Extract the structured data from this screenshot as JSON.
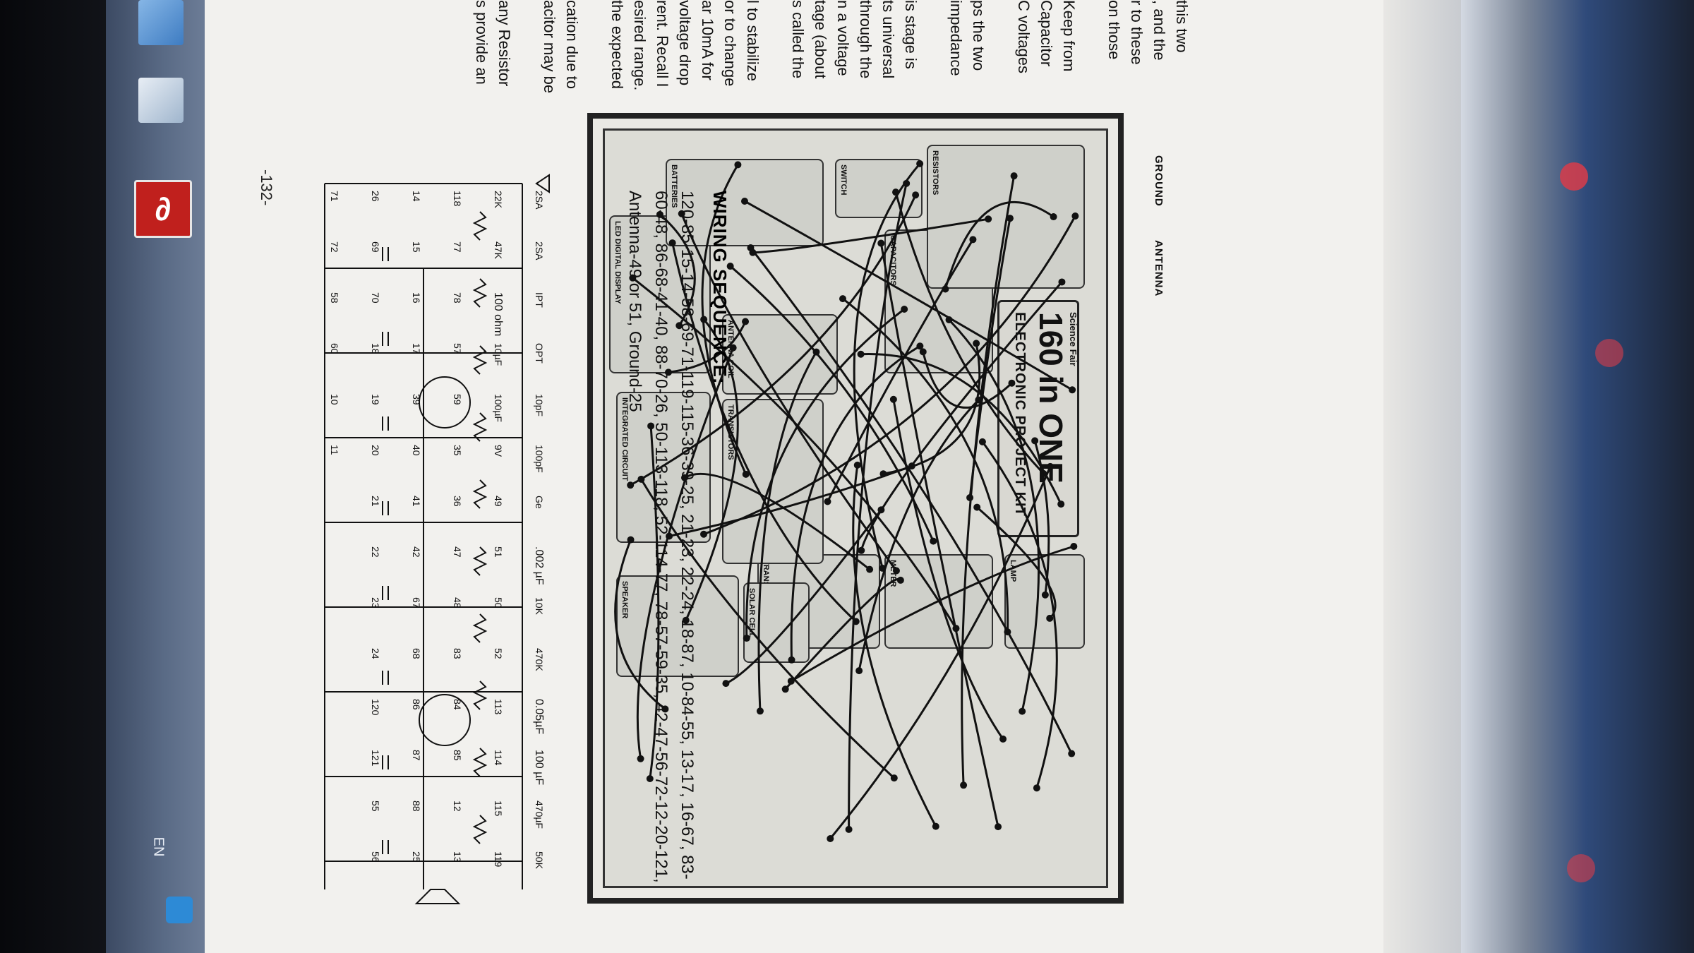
{
  "taskbar": {
    "language": "EN",
    "icons": [
      "browser-icon",
      "notes-icon",
      "acrobat-icon",
      "app-icon"
    ]
  },
  "document": {
    "page_number": "-132-",
    "margin_text_lines": [
      "this two",
      ", and the",
      "r to these",
      "on those",
      "Keep from",
      "Capacitor",
      "C voltages",
      "ps the two",
      "impedance",
      "is stage is",
      "ts universal",
      "through the",
      "n a voltage",
      "tage (about",
      "s called the",
      "l to stabilize",
      "or to change",
      "ar 10mA for",
      "voltage drop",
      "rent. Recall I",
      "esired range.",
      "the expected",
      "cation due to",
      "acitor may be",
      "any Resistor",
      "s provide an"
    ],
    "board": {
      "title": "160 in ONE",
      "subtitle": "ELECTRONIC PROJECT KIT",
      "brand": "Science Fair",
      "ground_label": "GROUND",
      "antenna_label": "ANTENNA",
      "module_labels": [
        "LAMP",
        "METER",
        "TRANSFORMER",
        "SPEAKER",
        "INTEGRATED CIRCUIT",
        "LED DIGITAL DISPLAY",
        "TRANSISTORS",
        "SOLAR CELL",
        "BATTERIES",
        "CAPACITORS",
        "RESISTORS",
        "SWITCH",
        "ANTENNA COIL"
      ]
    },
    "wiring": {
      "heading": "WIRING SEQUENCE:",
      "sequence": "120-85-15-14-58-69-71-119-115-36-39-25, 21-23, 22-24, 18-87, 10-84-55, 13-17, 16-67, 83-60-48, 86-68-41-40, 88-70-26, 50-113-118, 52-114-77, 78-57-59-35, 42-47-56-72-12-20-121, Antenna-49 or 51, Ground-25"
    },
    "schematic": {
      "labels": [
        "2SA",
        "2SA",
        "IPT",
        "OPT",
        "10pF",
        "100pF",
        "Ge",
        ".002 µF",
        "10K",
        "470K",
        "0.05µF",
        "100 µF",
        "470µF",
        "50K",
        "22K",
        "47K",
        "100 ohm",
        "10µF",
        "100µF",
        "9V",
        "49",
        "51",
        "50",
        "52",
        "113",
        "114",
        "115",
        "119",
        "118",
        "77",
        "78",
        "57",
        "59",
        "35",
        "36",
        "47",
        "48",
        "83",
        "84",
        "85",
        "12",
        "13",
        "14",
        "15",
        "16",
        "17",
        "39",
        "40",
        "41",
        "42",
        "67",
        "68",
        "86",
        "87",
        "88",
        "25",
        "26",
        "69",
        "70",
        "18",
        "19",
        "20",
        "21",
        "22",
        "23",
        "24",
        "120",
        "121",
        "55",
        "56",
        "71",
        "72",
        "58",
        "60",
        "10",
        "11"
      ]
    }
  },
  "colors": {
    "page": "#f2f1ee",
    "ink": "#111111",
    "acrobat": "#c0201d"
  }
}
